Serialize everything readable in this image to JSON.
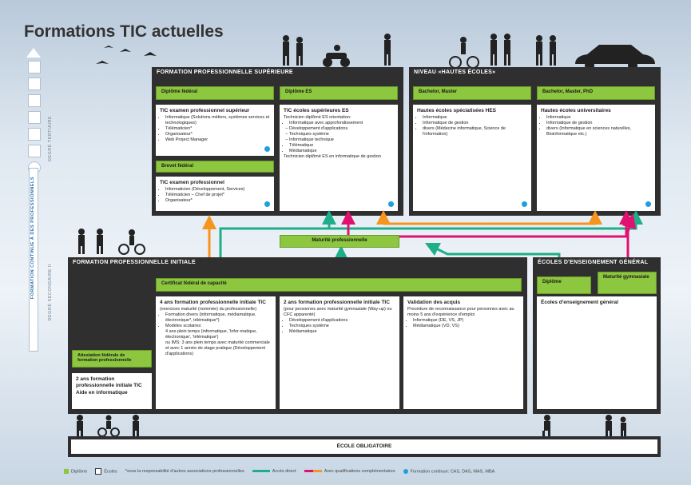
{
  "title": "Formations TIC actuelles",
  "side": {
    "tertiary": "DEGRÉ TERTIAIRE",
    "continuous": "FORMATION CONTINUE À DES PROFESSIONNELS",
    "secondary": "DEGRÉ SECONDAIRE II"
  },
  "fps": {
    "header": "FORMATION PROFESSIONNELLE SUPÉRIEURE",
    "col1_label": "Diplôme fédéral",
    "col1_title": "TIC examen professionnel supérieur",
    "col1_items": [
      "Informatique (Solutions métiers, systèmes services et technologiques)",
      "Télématicien*",
      "Organisateur*",
      "Web Project Manager"
    ],
    "col1_label2": "Brevet fédéral",
    "col1_title2": "TIC examen professionnel",
    "col1_items2": [
      "Informaticien (Développement, Services)",
      "Télématicien – Chef de projet*",
      "Organisateur*"
    ],
    "col2_label": "Diplôme ES",
    "col2_title": "TIC écoles supérieures ES",
    "col2_sub": "Technicien diplômé ES orientation:",
    "col2_items": [
      "Informatique avec approfondissement",
      "Développement d'applications",
      "Techniques système",
      "Informatique technique",
      "Télématique",
      "Médiamatique"
    ],
    "col2_note": "Technicien diplômé ES en informatique de gestion"
  },
  "hautes": {
    "header": "NIVEAU «HAUTES ÉCOLES»",
    "col1_label": "Bachelor, Master",
    "col1_title": "Hautes écoles spécialisées HES",
    "col1_items": [
      "Informatique",
      "Informatique de gestion",
      "divers (Médecine informatique, Science de l'information)"
    ],
    "col2_label": "Bachelor, Master, PhD",
    "col2_title": "Hautes écoles universitaires",
    "col2_items": [
      "Informatique",
      "Informatique de gestion",
      "divers (Informatique en sciences naturelles, Bioinformatique etc.)"
    ]
  },
  "maturite": "Maturité professionnelle",
  "fpi": {
    "header": "FORMATION PROFESSIONNELLE INITIALE",
    "cfc_label": "Certificat fédéral de capacité",
    "attest_label": "Attestation fédérale de formation professionnelle",
    "box_2ans_title": "2 ans formation professionnelle initiale TIC",
    "box_2ans_sub": "Aide en informatique",
    "box1_title": "4 ans formation professionnelle initiale TIC",
    "box1_sub": "(exercices maturité (nommée) du professionnelle)",
    "box1_items": [
      "Formation divers (informatique, médiamatique, électronique*, télématique*)",
      "Modèles scolaires:",
      "4 ans plein temps (informatique, 'Infor-matique, électronique', 'télématique')",
      "ou IMS: 3 ans plein temps avec maturité commerciale et avec 1 année de stage pratique (Développement d'applications)"
    ],
    "box2_title": "2 ans formation professionnelle initiale TIC",
    "box2_sub": "(pour personnes avec maturité gymnasiale (Way-up) ou CFC apparenté)",
    "box2_items": [
      "Développement d'applications",
      "Techniques système",
      "Médiamatique"
    ],
    "box3_title": "Validation des acquis",
    "box3_sub": "Procédure de reconnaissance pour personnes avec au moins 5 ans d'expérience d'emploi",
    "box3_items": [
      "Informatique (DE, VS, JP)",
      "Médiamatique (VD, VS)"
    ]
  },
  "ecoles": {
    "header": "ÉCOLES D'ENSEIGNEMENT GÉNÉRAL",
    "label1": "Diplôme",
    "label2": "Maturité gymnasiale",
    "box_title": "Écoles d'enseignement général"
  },
  "obligatoire": "ÉCOLE OBLIGATOIRE",
  "legend": {
    "diplome": "Diplôme",
    "ecoles": "Écoles",
    "note": "*sous la responsabilité d'autres associations professionnelles",
    "access_direct": "Accès direct",
    "access_qual": "Avec qualifications complémentaires",
    "continue": "Formation continue: CAS, DAS, MAS, MBA"
  },
  "colors": {
    "green": "#8dc63f",
    "dark": "#2f2f2f",
    "arrow_green": "#1fae8a",
    "arrow_pink": "#e0116f",
    "arrow_orange": "#f7941d",
    "dot_blue": "#1ea0dc"
  }
}
